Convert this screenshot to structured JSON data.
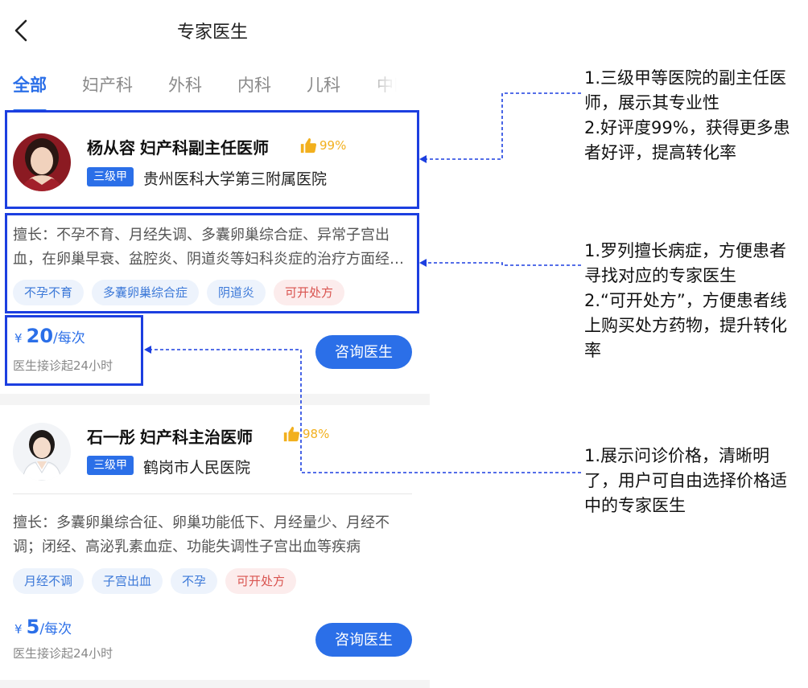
{
  "header": {
    "title": "专家医生"
  },
  "tabs": [
    {
      "label": "全部"
    },
    {
      "label": "妇产科"
    },
    {
      "label": "外科"
    },
    {
      "label": "内科"
    },
    {
      "label": "儿科"
    },
    {
      "label": "中医"
    }
  ],
  "doctors": [
    {
      "name": "杨从容",
      "title": "妇产科副主任医师",
      "rating": "99%",
      "level": "三级甲",
      "hospital": "贵州医科大学第三附属医院",
      "desc": "擅长：不孕不育、月经失调、多囊卵巢综合症、异常子宫出血，在卵巢早衰、盆腔炎、阴道炎等妇科炎症的治疗方面经验丰富",
      "tags": [
        "不孕不育",
        "多囊卵巢综合症",
        "阴道炎",
        "可开处方"
      ],
      "price_symbol": "¥",
      "price": "20",
      "price_unit": "/每次",
      "start_time": "医生接诊起24小时",
      "button": "咨询医生"
    },
    {
      "name": "石一彤",
      "title": "妇产科主治医师",
      "rating": "98%",
      "level": "三级甲",
      "hospital": "鹤岗市人民医院",
      "desc": "擅长：多囊卵巢综合征、卵巢功能低下、月经量少、月经不调；闭经、高泌乳素血症、功能失调性子宫出血等疾病",
      "tags": [
        "月经不调",
        "子宫出血",
        "不孕",
        "可开处方"
      ],
      "price_symbol": "¥",
      "price": "5",
      "price_unit": "/每次",
      "start_time": "医生接诊起24小时",
      "button": "咨询医生"
    }
  ],
  "annotations": [
    {
      "text": "1.三级甲等医院的副主任医师，展示其专业性\n2.好评度99%，获得更多患者好评，提高转化率"
    },
    {
      "text": "1.罗列擅长病症，方便患者寻找对应的专家医生\n2.“可开处方”，方便患者线上购买处方药物，提升转化率"
    },
    {
      "text": "1.展示问诊价格，清晰明了，用户可自由选择价格适中的专家医生"
    }
  ],
  "colors": {
    "accent": "#2b6fe8",
    "highlight": "#1c3fe0",
    "rating": "#f2b01e",
    "rx": "#d9534f"
  }
}
